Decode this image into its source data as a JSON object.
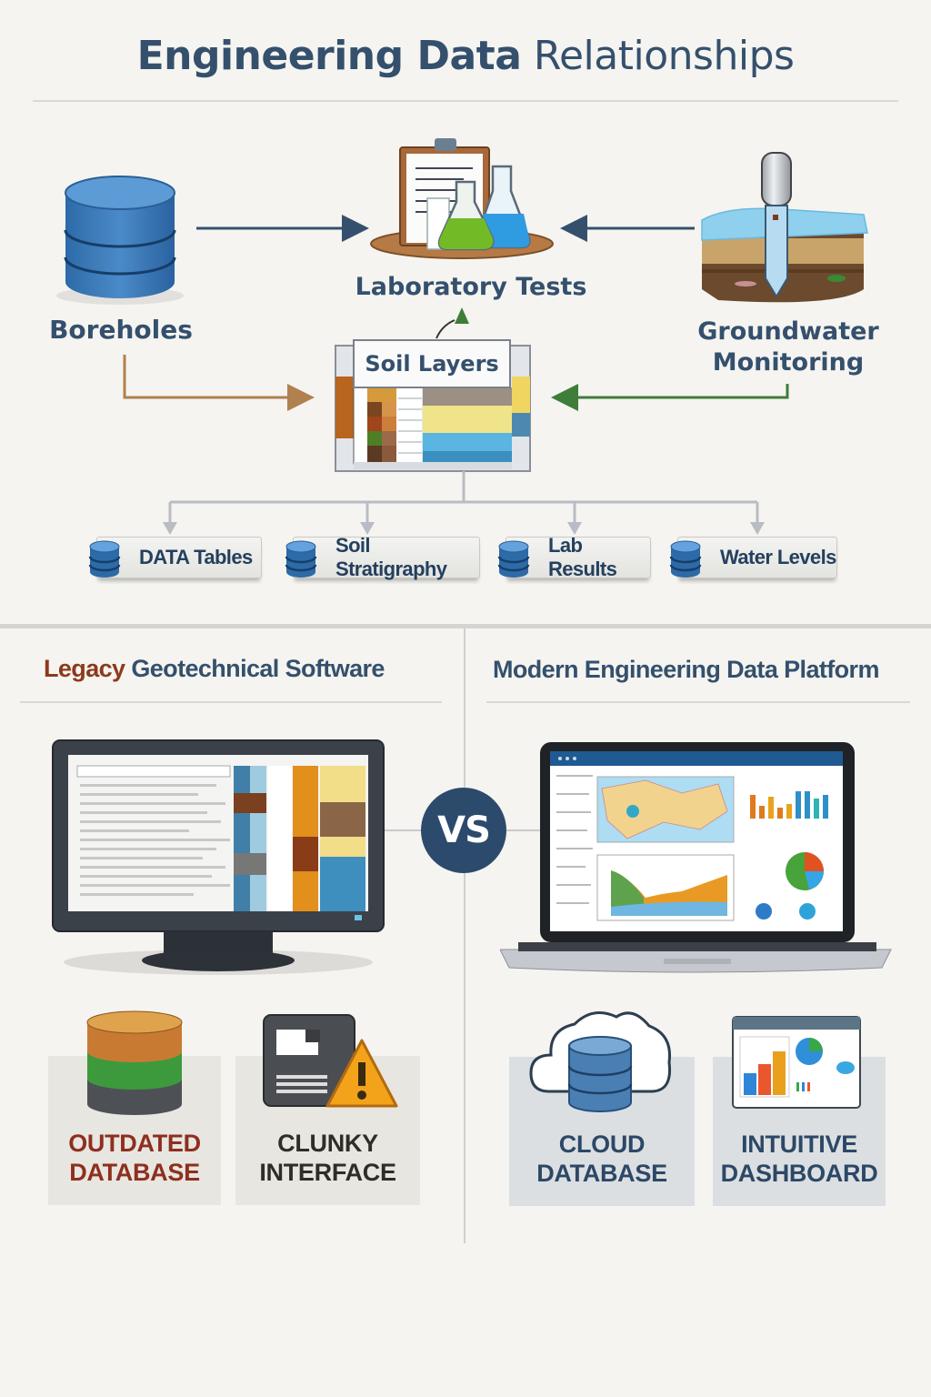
{
  "title": {
    "bold": "Engineering Data",
    "light": "Relationships"
  },
  "diagram": {
    "nodes": {
      "boreholes": "Boreholes",
      "laboratory_tests": "Laboratory Tests",
      "groundwater": [
        "Groundwater",
        "Monitoring"
      ],
      "soil_layers": "Soil Layers"
    },
    "outputs": [
      {
        "label": "DATA Tables"
      },
      {
        "label": "Soil Stratigraphy"
      },
      {
        "label": "Lab Results"
      },
      {
        "label": "Water Levels"
      }
    ],
    "colors": {
      "arrow_dark": "#34506d",
      "arrow_brown": "#b0814f",
      "arrow_green": "#3e7d3a",
      "connector_gray": "#b9bcc4"
    }
  },
  "comparison": {
    "legacy": {
      "heading_accent": "Legacy",
      "heading_rest": "Geotechnical Software",
      "cards": [
        {
          "line1": "OUTDATED",
          "line2": "DATABASE"
        },
        {
          "line1": "CLUNKY",
          "line2": "INTERFACE"
        }
      ]
    },
    "vs": "VS",
    "modern": {
      "heading": "Modern Engineering Data Platform",
      "cards": [
        {
          "line1": "CLOUD",
          "line2": "DATABASE"
        },
        {
          "line1": "INTUITIVE",
          "line2": "DASHBOARD"
        }
      ]
    }
  }
}
